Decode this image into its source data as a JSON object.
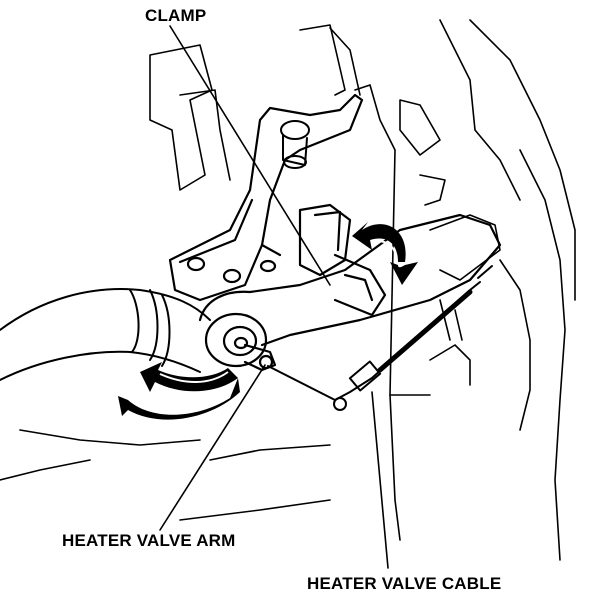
{
  "labels": {
    "clamp": "CLAMP",
    "heater_valve_arm": "HEATER VALVE ARM",
    "heater_valve_cable": "HEATER VALVE CABLE"
  },
  "colors": {
    "ink": "#000000",
    "background": "#ffffff"
  },
  "icons": {
    "rotation_arrow_left": "curved-double-arrow-icon",
    "rotation_arrow_right": "curved-double-arrow-icon"
  }
}
